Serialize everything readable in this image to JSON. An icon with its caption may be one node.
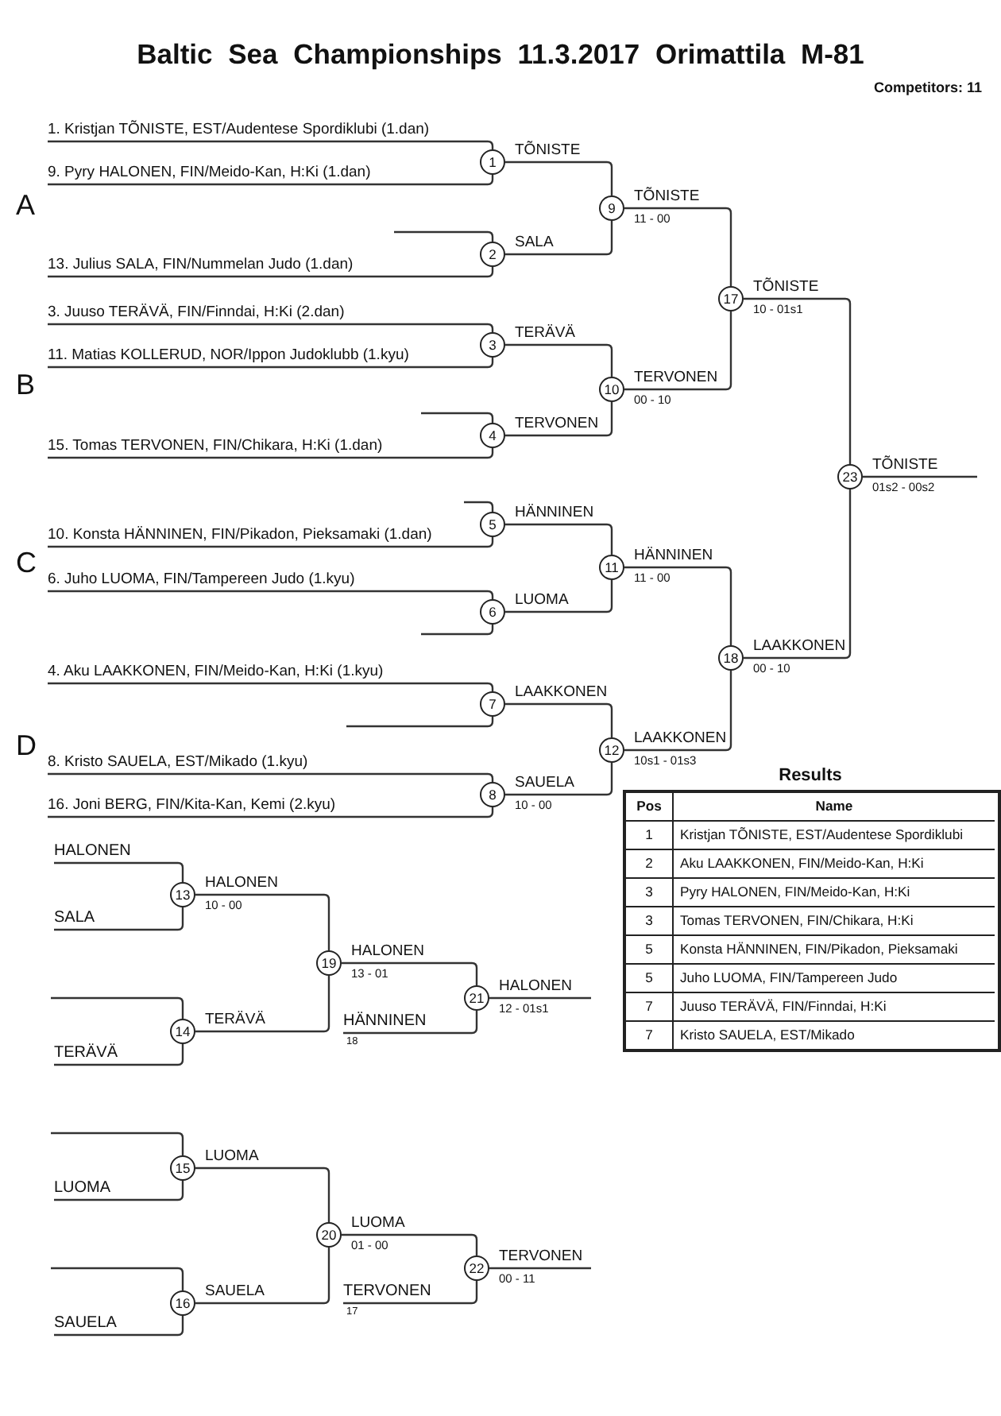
{
  "diagram": {
    "title": "Baltic Sea Championships 11.3.2017 Orimattila M-81",
    "nodes": [
      {
        "text": [
          "1. Kristjan TÕNISTE, EST/Audentese Spordiklubi (1.dan)"
        ]
      },
      {
        "text": [
          "9. Pyry HALONEN, FIN/Meido-Kan, H:Ki (1.dan)"
        ]
      },
      {
        "text": [
          "1"
        ],
        "beside": [
          "TÕNISTE"
        ]
      },
      {
        "text": [
          "13. Julius SALA, FIN/Nummelan Judo (1.dan)"
        ]
      },
      {
        "text": [
          "2"
        ],
        "beside": [
          "SALA"
        ]
      },
      {
        "text": [
          "9"
        ],
        "beside": [
          "TÕNISTE",
          "11 - 00"
        ]
      },
      {
        "text": [
          "3. Juuso TERÄVÄ, FIN/Finndai, H:Ki (2.dan)"
        ]
      },
      {
        "text": [
          "11. Matias KOLLERUD, NOR/Ippon Judoklubb (1.kyu)"
        ]
      },
      {
        "text": [
          "3"
        ],
        "beside": [
          "TERÄVÄ"
        ]
      },
      {
        "text": [
          "15. Tomas TERVONEN, FIN/Chikara, H:Ki (1.dan)"
        ]
      },
      {
        "text": [
          "4"
        ],
        "beside": [
          "TERVONEN"
        ]
      },
      {
        "text": [
          "10"
        ],
        "beside": [
          "TERVONEN",
          "00 - 10"
        ]
      },
      {
        "text": [
          "17"
        ],
        "beside": [
          "TÕNISTE",
          "10 - 01s1"
        ]
      },
      {
        "text": [
          "10. Konsta HÄNNINEN, FIN/Pikadon, Pieksamaki (1.dan)"
        ]
      },
      {
        "text": [
          "5"
        ],
        "beside": [
          "HÄNNINEN"
        ]
      },
      {
        "text": [
          "6. Juho LUOMA, FIN/Tampereen Judo (1.kyu)"
        ]
      },
      {
        "text": [
          "6"
        ],
        "beside": [
          "LUOMA"
        ]
      },
      {
        "text": [
          "11"
        ],
        "beside": [
          "HÄNNINEN",
          "11 - 00"
        ]
      },
      {
        "text": [
          "4. Aku LAAKKONEN, FIN/Meido-Kan, H:Ki (1.kyu)"
        ]
      },
      {
        "text": [
          "7"
        ],
        "beside": [
          "LAAKKONEN"
        ]
      },
      {
        "text": [
          "8. Kristo SAUELA, EST/Mikado (1.kyu)"
        ]
      },
      {
        "text": [
          "16. Joni BERG, FIN/Kita-Kan, Kemi (2.kyu)"
        ]
      },
      {
        "text": [
          "8"
        ],
        "beside": [
          "SAUELA",
          "10 - 00"
        ]
      },
      {
        "text": [
          "12"
        ],
        "beside": [
          "LAAKKONEN",
          "10s1 - 01s3"
        ]
      },
      {
        "text": [
          "18"
        ],
        "beside": [
          "LAAKKONEN",
          "00 - 10"
        ]
      },
      {
        "text": [
          "23"
        ],
        "beside": [
          "TÕNISTE",
          "01s2 - 00s2"
        ]
      },
      {
        "text": [
          "HALONEN"
        ]
      },
      {
        "text": [
          "SALA"
        ]
      },
      {
        "text": [
          "13"
        ],
        "beside": [
          "HALONEN",
          "10 - 00"
        ]
      },
      {
        "text": [
          "TERÄVÄ"
        ]
      },
      {
        "text": [
          "14"
        ],
        "beside": [
          "TERÄVÄ"
        ]
      },
      {
        "text": [
          "19"
        ],
        "beside": [
          "HALONEN",
          "13 - 01"
        ]
      },
      {
        "text": [
          "HÄNNINEN"
        ],
        "beside": [
          "18"
        ]
      },
      {
        "text": [
          "21"
        ],
        "beside": [
          "HALONEN",
          "12 - 01s1"
        ]
      },
      {
        "text": [
          "LUOMA"
        ]
      },
      {
        "text": [
          "15"
        ],
        "beside": [
          "LUOMA"
        ]
      },
      {
        "text": [
          "SAUELA"
        ]
      },
      {
        "text": [
          "16"
        ],
        "beside": [
          "SAUELA"
        ]
      },
      {
        "text": [
          "20"
        ],
        "beside": [
          "LUOMA",
          "01 - 00"
        ]
      },
      {
        "text": [
          "TERVONEN"
        ],
        "beside": [
          "17"
        ]
      },
      {
        "text": [
          "22"
        ],
        "beside": [
          "TERVONEN",
          "00 - 11"
        ]
      }
    ],
    "edges": [
      {
        "from": 0,
        "to": 2,
        "arrow": "none"
      },
      {
        "from": 1,
        "to": 2,
        "arrow": "none"
      },
      {
        "from": null,
        "to": 4,
        "arrow": "none"
      },
      {
        "from": 3,
        "to": 4,
        "arrow": "none"
      },
      {
        "from": 2,
        "to": 5,
        "arrow": "none"
      },
      {
        "from": 4,
        "to": 5,
        "arrow": "none"
      },
      {
        "from": 6,
        "to": 8,
        "arrow": "none"
      },
      {
        "from": 7,
        "to": 8,
        "arrow": "none"
      },
      {
        "from": null,
        "to": 10,
        "arrow": "none"
      },
      {
        "from": 9,
        "to": 10,
        "arrow": "none"
      },
      {
        "from": 8,
        "to": 11,
        "arrow": "none"
      },
      {
        "from": 10,
        "to": 11,
        "arrow": "none"
      },
      {
        "from": 5,
        "to": 12,
        "arrow": "none"
      },
      {
        "from": 11,
        "to": 12,
        "arrow": "none"
      },
      {
        "from": null,
        "to": 14,
        "arrow": "none"
      },
      {
        "from": 13,
        "to": 14,
        "arrow": "none"
      },
      {
        "from": 15,
        "to": 16,
        "arrow": "none"
      },
      {
        "from": null,
        "to": 16,
        "arrow": "none"
      },
      {
        "from": 14,
        "to": 17,
        "arrow": "none"
      },
      {
        "from": 16,
        "to": 17,
        "arrow": "none"
      },
      {
        "from": 18,
        "to": 19,
        "arrow": "none"
      },
      {
        "from": null,
        "to": 19,
        "arrow": "none"
      },
      {
        "from": 20,
        "to": 22,
        "arrow": "none"
      },
      {
        "from": 21,
        "to": 22,
        "arrow": "none"
      },
      {
        "from": 19,
        "to": 23,
        "arrow": "none"
      },
      {
        "from": 22,
        "to": 23,
        "arrow": "none"
      },
      {
        "from": 17,
        "to": 24,
        "arrow": "none"
      },
      {
        "from": 23,
        "to": 24,
        "arrow": "none"
      },
      {
        "from": 12,
        "to": 25,
        "arrow": "none"
      },
      {
        "from": 24,
        "to": 25,
        "arrow": "none"
      },
      {
        "from": 25,
        "to": null,
        "arrow": "none"
      },
      {
        "from": 26,
        "to": 28,
        "arrow": "none"
      },
      {
        "from": 27,
        "to": 28,
        "arrow": "none"
      },
      {
        "from": null,
        "to": 30,
        "arrow": "none"
      },
      {
        "from": 29,
        "to": 30,
        "arrow": "none"
      },
      {
        "from": 28,
        "to": 31,
        "arrow": "none"
      },
      {
        "from": 30,
        "to": 31,
        "arrow": "none"
      },
      {
        "from": 31,
        "to": 33,
        "arrow": "none"
      },
      {
        "from": 32,
        "to": 33,
        "arrow": "none"
      },
      {
        "from": 33,
        "to": null,
        "arrow": "none"
      },
      {
        "from": null,
        "to": 35,
        "arrow": "none"
      },
      {
        "from": 34,
        "to": 35,
        "arrow": "none"
      },
      {
        "from": null,
        "to": 37,
        "arrow": "none"
      },
      {
        "from": 36,
        "to": 37,
        "arrow": "none"
      },
      {
        "from": 35,
        "to": 38,
        "arrow": "none"
      },
      {
        "from": 37,
        "to": 38,
        "arrow": "none"
      },
      {
        "from": 38,
        "to": 40,
        "arrow": "none"
      },
      {
        "from": 39,
        "to": 40,
        "arrow": "none"
      },
      {
        "from": 40,
        "to": null,
        "arrow": "none"
      }
    ],
    "labels": [
      "Competitors: 11",
      "A",
      "B",
      "C",
      "D",
      "Results",
      "Pos",
      "Name",
      "1",
      "Kristjan TÕNISTE, EST/Audentese Spordiklubi",
      "2",
      "Aku LAAKKONEN, FIN/Meido-Kan, H:Ki",
      "3",
      "Pyry HALONEN, FIN/Meido-Kan, H:Ki",
      "3",
      "Tomas TERVONEN, FIN/Chikara, H:Ki",
      "5",
      "Konsta HÄNNINEN, FIN/Pikadon, Pieksamaki",
      "5",
      "Juho LUOMA, FIN/Tampereen Judo",
      "7",
      "Juuso TERÄVÄ, FIN/Finndai, H:Ki",
      "7",
      "Kristo SAUELA, EST/Mikado"
    ]
  }
}
